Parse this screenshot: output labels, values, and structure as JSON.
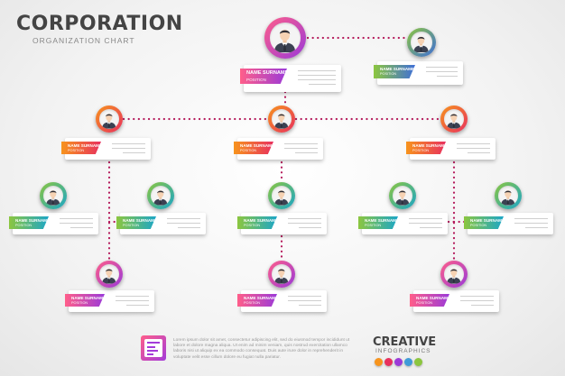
{
  "header": {
    "title": "CORPORATION",
    "subtitle": "ORGANIZATION CHART"
  },
  "connector_color": "#b4195a",
  "nodes": [
    {
      "id": "ceo",
      "name": "NAME SURNAME",
      "position": "POSITION",
      "colors": [
        "#ff5e8a",
        "#9b3ad8"
      ],
      "avatar_icon": "businessman-avatar-icon"
    },
    {
      "id": "assistant",
      "name": "NAME SURNAME",
      "position": "POSITION",
      "colors": [
        "#8cc63f",
        "#3f6fd8"
      ],
      "avatar_icon": "businessman-avatar-icon"
    },
    {
      "id": "mgr-left",
      "name": "NAME SURNAME",
      "position": "POSITION",
      "colors": [
        "#f7941d",
        "#e8305e"
      ],
      "avatar_icon": "businessman-avatar-icon"
    },
    {
      "id": "mgr-center",
      "name": "NAME SURNAME",
      "position": "POSITION",
      "colors": [
        "#f7941d",
        "#e8305e"
      ],
      "avatar_icon": "businessman-avatar-icon"
    },
    {
      "id": "mgr-right",
      "name": "NAME SURNAME",
      "position": "POSITION",
      "colors": [
        "#f7941d",
        "#e8305e"
      ],
      "avatar_icon": "businessman-avatar-icon"
    },
    {
      "id": "staff-1",
      "name": "NAME SURNAME",
      "position": "POSITION",
      "colors": [
        "#8cc63f",
        "#1ba6c8"
      ],
      "avatar_icon": "businessman-avatar-icon"
    },
    {
      "id": "staff-2",
      "name": "NAME SURNAME",
      "position": "POSITION",
      "colors": [
        "#8cc63f",
        "#1ba6c8"
      ],
      "avatar_icon": "businessman-avatar-icon"
    },
    {
      "id": "staff-3",
      "name": "NAME SURNAME",
      "position": "POSITION",
      "colors": [
        "#8cc63f",
        "#1ba6c8"
      ],
      "avatar_icon": "businessman-avatar-icon"
    },
    {
      "id": "staff-4",
      "name": "NAME SURNAME",
      "position": "POSITION",
      "colors": [
        "#8cc63f",
        "#1ba6c8"
      ],
      "avatar_icon": "businessman-avatar-icon"
    },
    {
      "id": "staff-5",
      "name": "NAME SURNAME",
      "position": "POSITION",
      "colors": [
        "#8cc63f",
        "#1ba6c8"
      ],
      "avatar_icon": "businessman-avatar-icon"
    },
    {
      "id": "team-1",
      "name": "NAME SURNAME",
      "position": "POSITION",
      "colors": [
        "#ff5e8a",
        "#9b3ad8"
      ],
      "avatar_icon": "businessman-avatar-icon"
    },
    {
      "id": "team-2",
      "name": "NAME SURNAME",
      "position": "POSITION",
      "colors": [
        "#ff5e8a",
        "#9b3ad8"
      ],
      "avatar_icon": "businessman-avatar-icon"
    },
    {
      "id": "team-3",
      "name": "NAME SURNAME",
      "position": "POSITION",
      "colors": [
        "#ff5e8a",
        "#9b3ad8"
      ],
      "avatar_icon": "businessman-avatar-icon"
    }
  ],
  "footer": {
    "icon": "settings-list-icon",
    "text": "Lorem ipsum dolor sit amet, consectetur adipiscing elit, sed do eiusmod tempor incididunt ut labore et dolore magna aliqua. Ut enim ad minim veniam, quis nostrud exercitation ullamco laboris nisi ut aliquip ex ea commodo consequat. Duis aute irure dolor in reprehenderit in voluptate velit esse cillum dolore eu fugiat nulla pariatur.",
    "brand_title": "CREATIVE",
    "brand_subtitle": "INFOGRAPHICS",
    "dot_colors": [
      "#f7941d",
      "#e8305e",
      "#9b3ad8",
      "#3f9bd8",
      "#8cc63f"
    ]
  }
}
